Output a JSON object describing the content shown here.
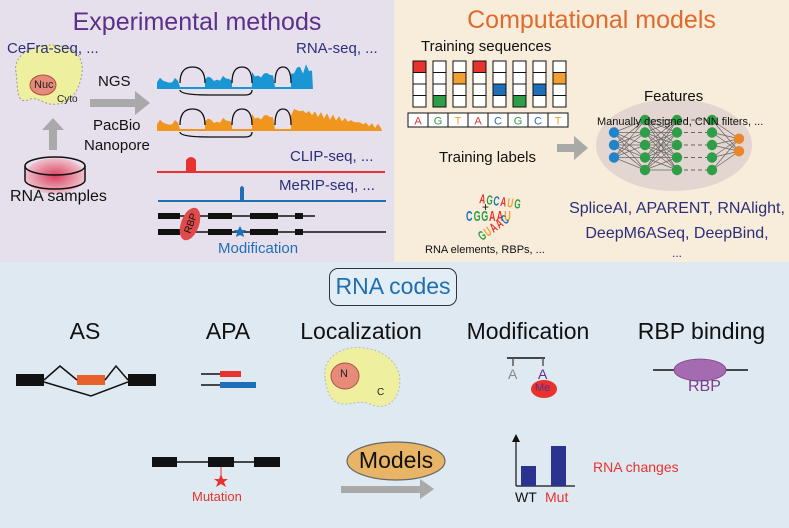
{
  "experimental": {
    "title": "Experimental methods",
    "cefra_label": "CeFra-seq, ...",
    "nuc_label": "Nuc",
    "cyto_label": "Cyto",
    "ngs_label": "NGS",
    "pacbio_label": "PacBio",
    "nanopore_label": "Nanopore",
    "rna_samples_label": "RNA samples",
    "rnaseq_label": "RNA-seq, ...",
    "clipseq_label": "CLIP-seq, ...",
    "meripseq_label": "MeRIP-seq, ...",
    "rbp_label": "RBP",
    "modification_label": "Modification",
    "colors": {
      "short_read": "#1a96d4",
      "long_read": "#f0961e",
      "clip": "#e8322e",
      "merip": "#1f6fb8"
    }
  },
  "computational": {
    "title": "Computational models",
    "training_sequences_label": "Training sequences",
    "sequence": [
      "A",
      "G",
      "T",
      "A",
      "C",
      "G",
      "C",
      "T"
    ],
    "onehot_rows": [
      "A",
      "T",
      "C",
      "G"
    ],
    "base_colors": {
      "A": "#e8322e",
      "T": "#f0a030",
      "C": "#1f6fb8",
      "G": "#2e9e48"
    },
    "plus": "+",
    "training_labels_label": "Training labels",
    "motifs": [
      "AGCAUG",
      "CGGAAU",
      "GUAAC"
    ],
    "elements_label": "RNA elements, RBPs, ...",
    "features_label": "Features",
    "features_sub": "Manually designed, CNN filters, ...",
    "network_layers": [
      3,
      5,
      5,
      5,
      2
    ],
    "models_line1": "SpliceAI, APARENT, RNAlight,",
    "models_line2": "DeepM6ASeq, DeepBind,",
    "models_line3": "..."
  },
  "codes": {
    "title": "RNA codes",
    "categories": [
      {
        "name": "AS"
      },
      {
        "name": "APA"
      },
      {
        "name": "Localization"
      },
      {
        "name": "Modification"
      },
      {
        "name": "RBP binding"
      }
    ],
    "loc_n": "N",
    "loc_c": "C",
    "mod_a1": "A",
    "mod_a2": "A",
    "mod_me": "Me",
    "rbp_label": "RBP",
    "mutation_label": "Mutation",
    "models_label": "Models",
    "wt_label": "WT",
    "mut_label": "Mut",
    "rna_changes_label": "RNA changes",
    "bar_values": {
      "WT": 0.5,
      "Mut": 1.0
    }
  }
}
